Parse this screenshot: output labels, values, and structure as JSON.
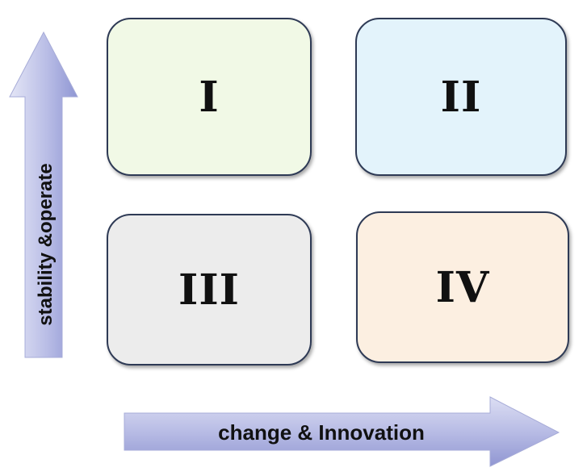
{
  "quadrants": [
    {
      "label": "I",
      "color": "#f1f9e6"
    },
    {
      "label": "II",
      "color": "#e3f3fb"
    },
    {
      "label": "III",
      "color": "#ececec"
    },
    {
      "label": "IV",
      "color": "#fcefe1"
    }
  ],
  "axes": {
    "vertical_label": "stability &operate",
    "horizontal_label": "change & Innovation",
    "arrow_color_light": "#d9dcf2",
    "arrow_color_dark": "#8e95d2"
  }
}
